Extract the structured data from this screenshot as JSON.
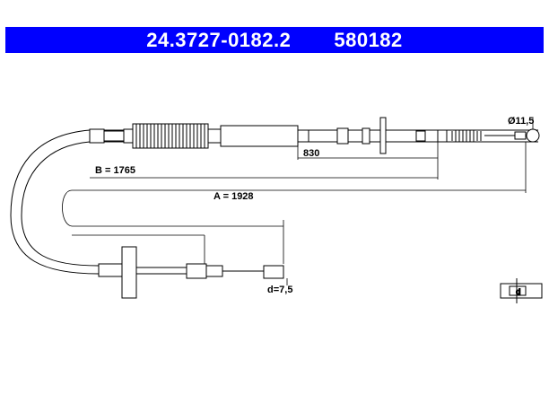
{
  "header": {
    "part_number": "24.3727-0182.2",
    "ref_number": "580182",
    "background_color": "#0000ff",
    "text_color": "#ffffff"
  },
  "dimensions": {
    "overall_length": "A = 1928",
    "partial_length": "B = 1765",
    "sleeve_length": "830",
    "end_diameter": "Ø11,5",
    "nipple_diameter": "d=7,5"
  },
  "icons": {
    "detail_symbol": "detail-view-icon",
    "detail_symbol_letter": "d"
  }
}
